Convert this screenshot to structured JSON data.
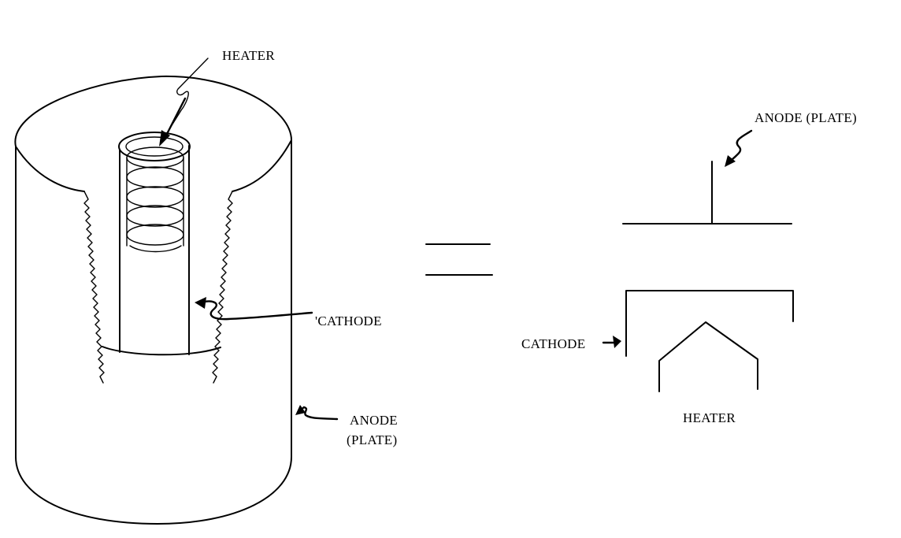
{
  "left_figure": {
    "heater_label": "HEATER",
    "cathode_label": "'CATHODE",
    "anode_label_line1": "ANODE",
    "anode_label_line2": "(PLATE)"
  },
  "equivalence_symbol": "=",
  "right_figure": {
    "anode_label": "ANODE (PLATE)",
    "cathode_label": "CATHODE",
    "heater_label": "HEATER"
  }
}
